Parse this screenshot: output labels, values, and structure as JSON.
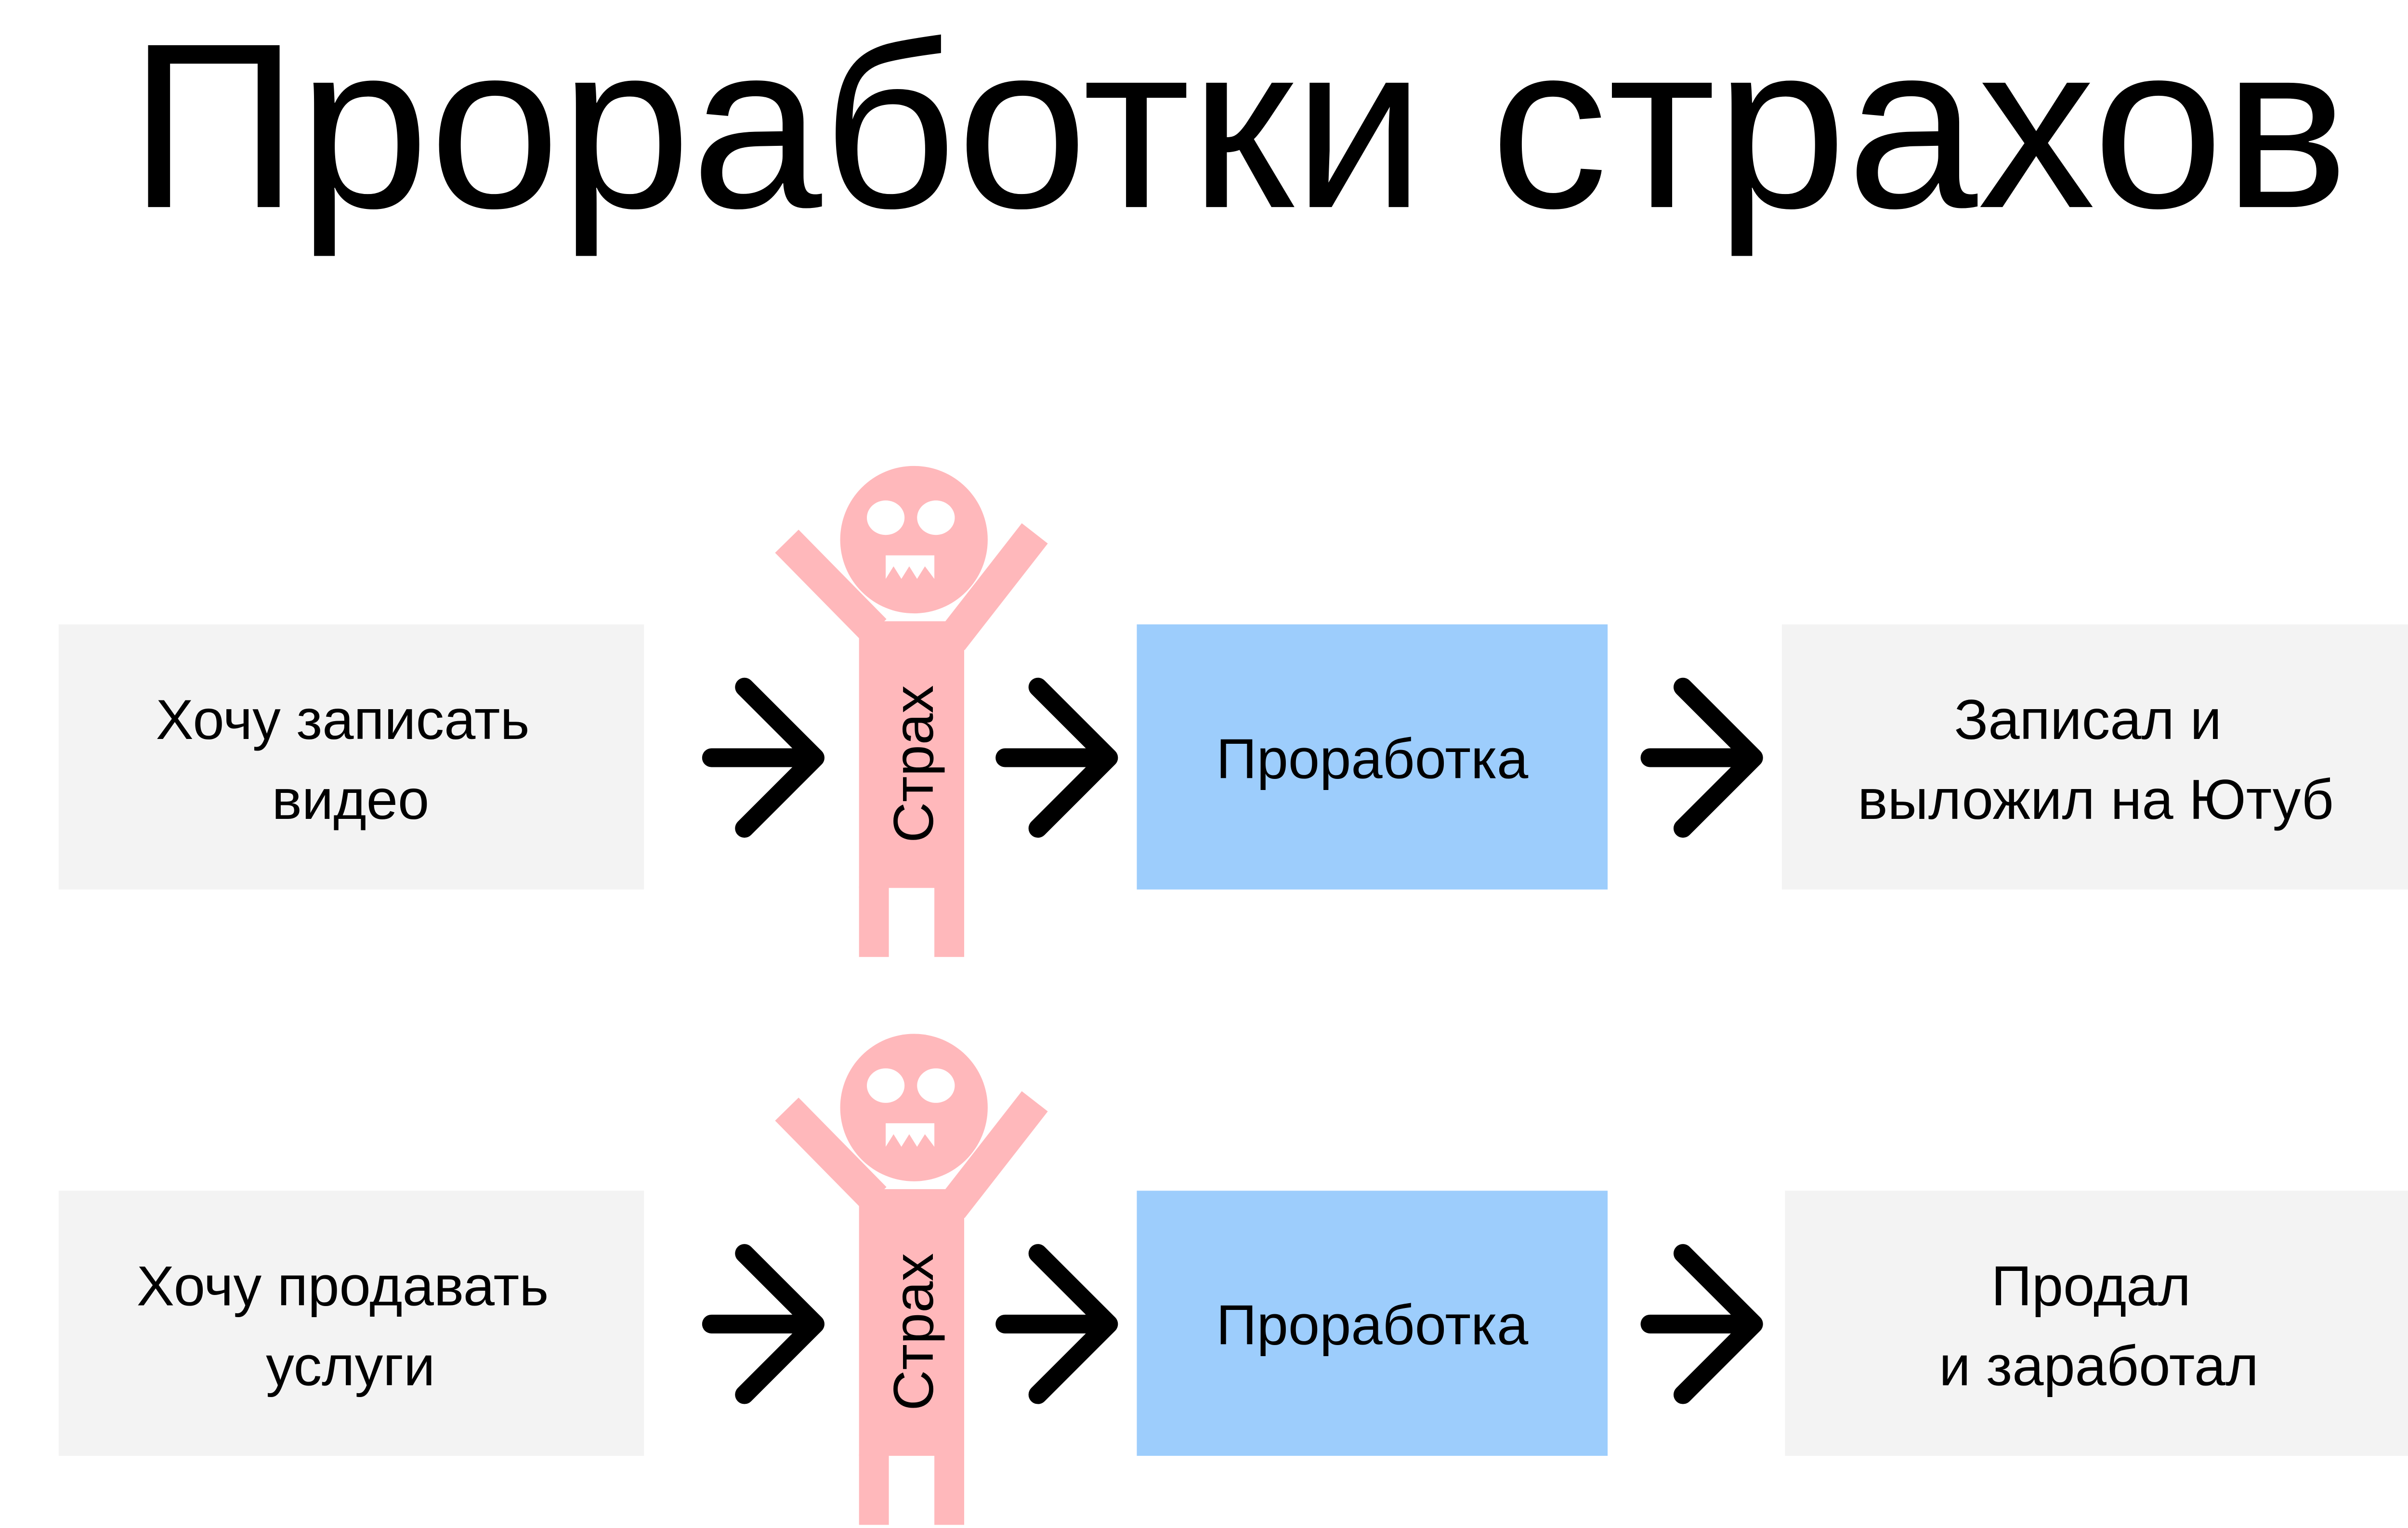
{
  "title": "Проработки страхов",
  "colors": {
    "start_box": "#f3f3f3",
    "fear_figure": "#ffb8bb",
    "work_box": "#9dcdfc",
    "result_box": "#f3f3f3",
    "arrow": "#000000"
  },
  "rows": [
    {
      "start_lines": [
        "Хочу записать",
        "видео"
      ],
      "fear": "Страх",
      "work": "Проработка",
      "result_lines": [
        "Записал и",
        "выложил на Ютуб"
      ]
    },
    {
      "start_lines": [
        "Хочу продавать",
        "услуги"
      ],
      "fear": "Страх",
      "work": "Проработка",
      "result_lines": [
        "Продал",
        "и заработал"
      ]
    }
  ]
}
